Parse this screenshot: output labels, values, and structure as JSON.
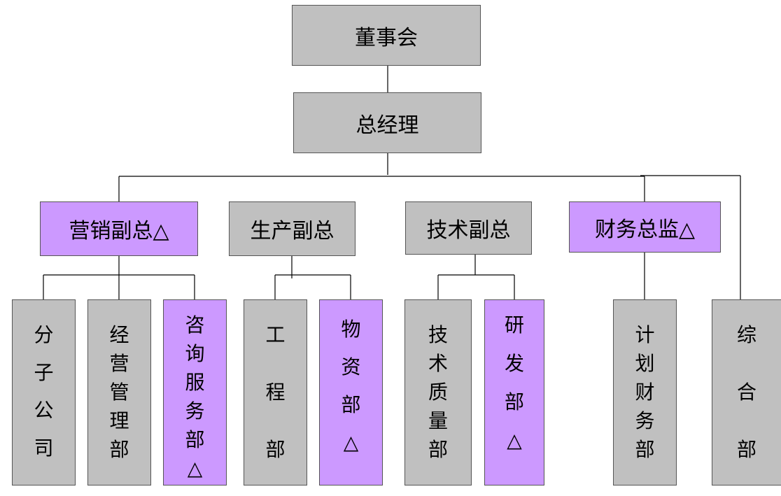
{
  "colors": {
    "gray": "#c0c0c0",
    "purple": "#cc99ff",
    "line": "#000000"
  },
  "board": {
    "label": "董事会"
  },
  "gm": {
    "label": "总经理"
  },
  "vps": [
    {
      "key": "marketing",
      "label": "营销副总△",
      "color": "purple"
    },
    {
      "key": "production",
      "label": "生产副总",
      "color": "gray"
    },
    {
      "key": "technology",
      "label": "技术副总",
      "color": "gray"
    },
    {
      "key": "finance",
      "label": "财务总监△",
      "color": "purple"
    }
  ],
  "departments": [
    {
      "key": "branch",
      "chars": [
        "分",
        "子",
        "公",
        "司"
      ],
      "color": "gray"
    },
    {
      "key": "business-mgmt",
      "chars": [
        "经",
        "营",
        "管",
        "理",
        "部"
      ],
      "color": "gray"
    },
    {
      "key": "consulting",
      "chars": [
        "咨",
        "询",
        "服",
        "务",
        "部",
        "△"
      ],
      "color": "purple"
    },
    {
      "key": "engineering",
      "chars": [
        "工",
        "程",
        "部"
      ],
      "color": "gray"
    },
    {
      "key": "materials",
      "chars": [
        "物",
        "资",
        "部",
        "△"
      ],
      "color": "purple"
    },
    {
      "key": "tech-quality",
      "chars": [
        "技",
        "术",
        "质",
        "量",
        "部"
      ],
      "color": "gray"
    },
    {
      "key": "rnd",
      "chars": [
        "研",
        "发",
        "部",
        "△"
      ],
      "color": "purple"
    },
    {
      "key": "planning-finance",
      "chars": [
        "计",
        "划",
        "财",
        "务",
        "部"
      ],
      "color": "gray"
    },
    {
      "key": "general",
      "chars": [
        "综",
        "合",
        "部"
      ],
      "color": "gray"
    }
  ]
}
